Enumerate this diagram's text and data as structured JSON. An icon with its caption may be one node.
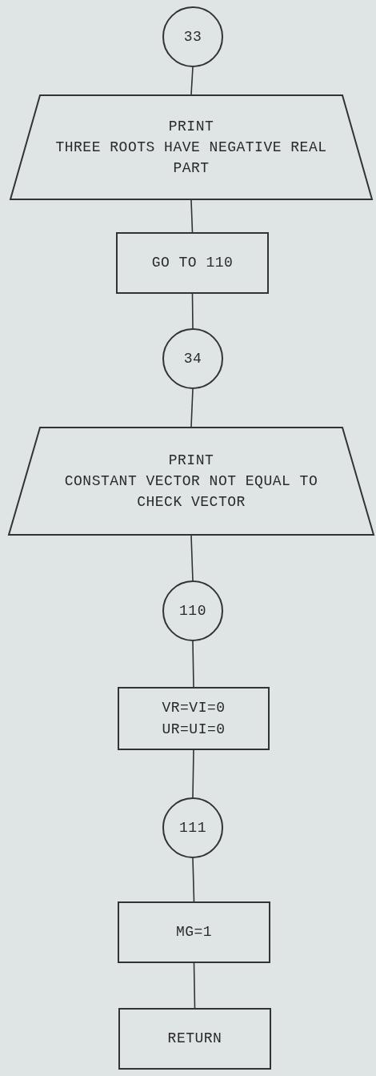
{
  "diagram": {
    "nodes": [
      {
        "text": [
          "33"
        ]
      },
      {
        "text": [
          "PRINT",
          "THREE ROOTS HAVE NEGATIVE REAL PART"
        ]
      },
      {
        "text": [
          "GO TO 110"
        ]
      },
      {
        "text": [
          "34"
        ]
      },
      {
        "text": [
          "PRINT",
          "CONSTANT VECTOR NOT EQUAL TO CHECK VECTOR"
        ]
      },
      {
        "text": [
          "110"
        ]
      },
      {
        "text": [
          "VR=VI=0",
          "UR=UI=0"
        ]
      },
      {
        "text": [
          "111"
        ]
      },
      {
        "text": [
          "MG=1"
        ]
      },
      {
        "text": [
          "RETURN"
        ]
      }
    ],
    "edges": [
      {
        "from": 0,
        "to": 1,
        "arrow": "none"
      },
      {
        "from": 1,
        "to": 2,
        "arrow": "none"
      },
      {
        "from": 2,
        "to": 3,
        "arrow": "none"
      },
      {
        "from": 3,
        "to": 4,
        "arrow": "none"
      },
      {
        "from": 4,
        "to": 5,
        "arrow": "none"
      },
      {
        "from": 5,
        "to": 6,
        "arrow": "none"
      },
      {
        "from": 6,
        "to": 7,
        "arrow": "none"
      },
      {
        "from": 7,
        "to": 8,
        "arrow": "none"
      },
      {
        "from": 8,
        "to": 9,
        "arrow": "none"
      }
    ]
  }
}
